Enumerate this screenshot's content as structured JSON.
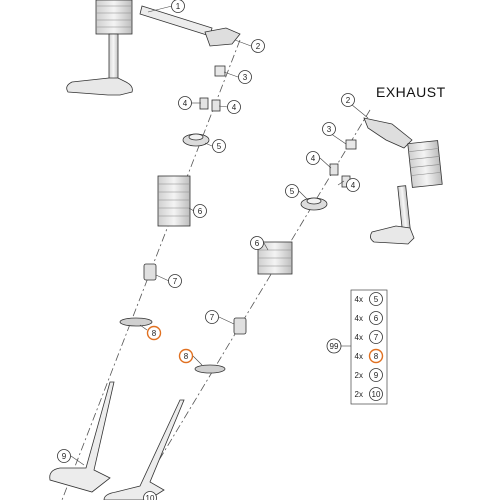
{
  "title": "EXHAUST",
  "kit_number": "99",
  "highlight_color": "#e07020",
  "line_color": "#333333",
  "part_fill": "#e6e6e6",
  "callouts_intake": [
    "1",
    "2",
    "3",
    "4",
    "4",
    "5",
    "6",
    "7",
    "8",
    "9",
    "10"
  ],
  "callouts_exhaust": [
    "2",
    "3",
    "4",
    "4",
    "5",
    "6",
    "7",
    "8"
  ],
  "kit_rows": [
    {
      "qty": "4x",
      "part": "5",
      "highlight": false
    },
    {
      "qty": "4x",
      "part": "6",
      "highlight": false
    },
    {
      "qty": "4x",
      "part": "7",
      "highlight": false
    },
    {
      "qty": "4x",
      "part": "8",
      "highlight": true
    },
    {
      "qty": "2x",
      "part": "9",
      "highlight": false
    },
    {
      "qty": "2x",
      "part": "10",
      "highlight": false
    }
  ]
}
